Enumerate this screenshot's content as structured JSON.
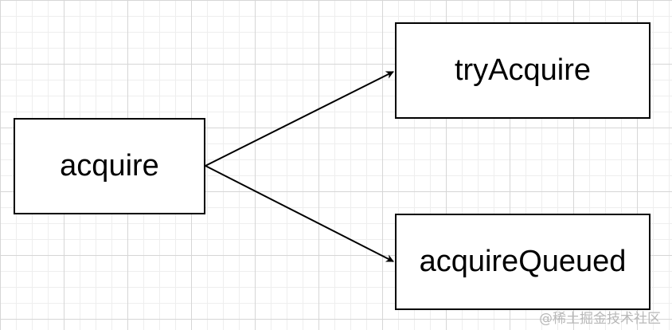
{
  "diagram": {
    "nodes": [
      {
        "id": "acquire",
        "label": "acquire"
      },
      {
        "id": "tryAcquire",
        "label": "tryAcquire"
      },
      {
        "id": "acquireQueued",
        "label": "acquireQueued"
      }
    ],
    "edges": [
      {
        "from": "acquire",
        "to": "tryAcquire"
      },
      {
        "from": "acquire",
        "to": "acquireQueued"
      }
    ],
    "colors": {
      "stroke": "#000000",
      "node_fill": "#ffffff",
      "grid": "#d6d6d6"
    }
  },
  "watermark": {
    "text": "@稀土掘金技术社区"
  }
}
